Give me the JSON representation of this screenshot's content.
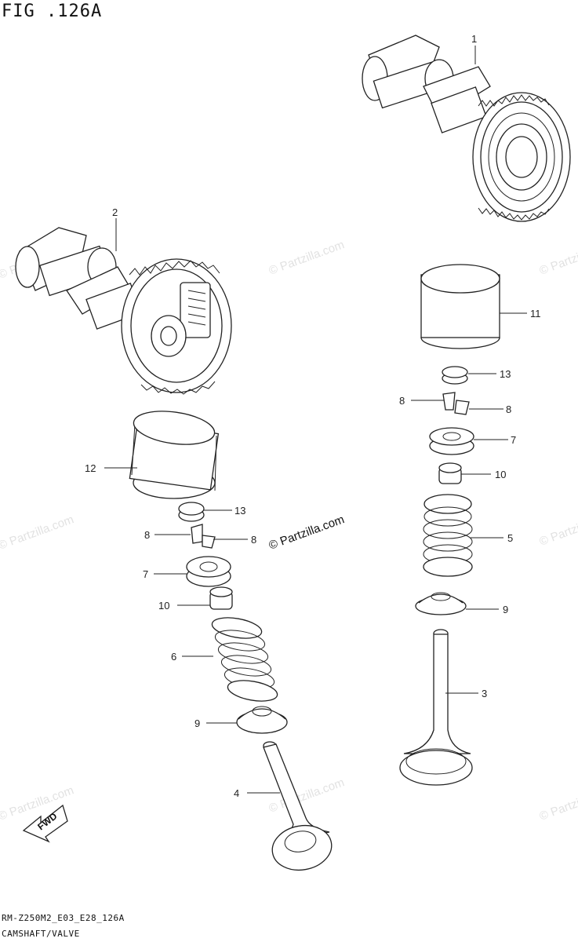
{
  "figure": {
    "title": "FIG .126A",
    "model_code": "RM-Z250M2_E03_E28_126A",
    "name": "CAMSHAFT/VALVE",
    "watermark": "© Partzilla.com",
    "fwd_label": "FWD"
  },
  "callouts": [
    {
      "id": "c1",
      "text": "1"
    },
    {
      "id": "c2",
      "text": "2"
    },
    {
      "id": "c3",
      "text": "3"
    },
    {
      "id": "c4",
      "text": "4"
    },
    {
      "id": "c5",
      "text": "5"
    },
    {
      "id": "c6",
      "text": "6"
    },
    {
      "id": "c7a",
      "text": "7"
    },
    {
      "id": "c7b",
      "text": "7"
    },
    {
      "id": "c8a",
      "text": "8"
    },
    {
      "id": "c8b",
      "text": "8"
    },
    {
      "id": "c8c",
      "text": "8"
    },
    {
      "id": "c8d",
      "text": "8"
    },
    {
      "id": "c9a",
      "text": "9"
    },
    {
      "id": "c9b",
      "text": "9"
    },
    {
      "id": "c10a",
      "text": "10"
    },
    {
      "id": "c10b",
      "text": "10"
    },
    {
      "id": "c11",
      "text": "11"
    },
    {
      "id": "c12",
      "text": "12"
    },
    {
      "id": "c13a",
      "text": "13"
    },
    {
      "id": "c13b",
      "text": "13"
    }
  ]
}
